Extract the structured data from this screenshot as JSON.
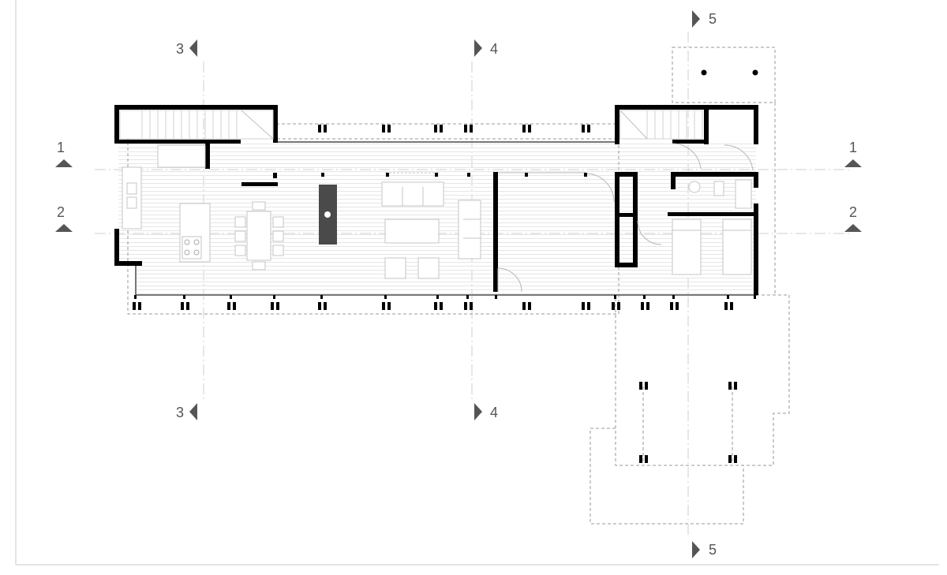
{
  "section_markers": {
    "s1_left": "1",
    "s1_right": "1",
    "s2_left": "2",
    "s2_right": "2",
    "s3_top": "3",
    "s3_bottom": "3",
    "s4_top": "4",
    "s4_bottom": "4",
    "s5_top": "5",
    "s5_bottom": "5"
  },
  "colors": {
    "wall": "#000000",
    "hearth": "#4a4a4a",
    "marker": "#555555",
    "dashed_outline": "#9a9a9a",
    "floorboards": "#e6e6e6",
    "frame": "#c8c8c8"
  },
  "icons": {
    "section_marker_horizontal": "triangle-up-icon",
    "section_marker_vertical_left": "triangle-left-icon",
    "section_marker_vertical_right": "triangle-right-icon"
  }
}
